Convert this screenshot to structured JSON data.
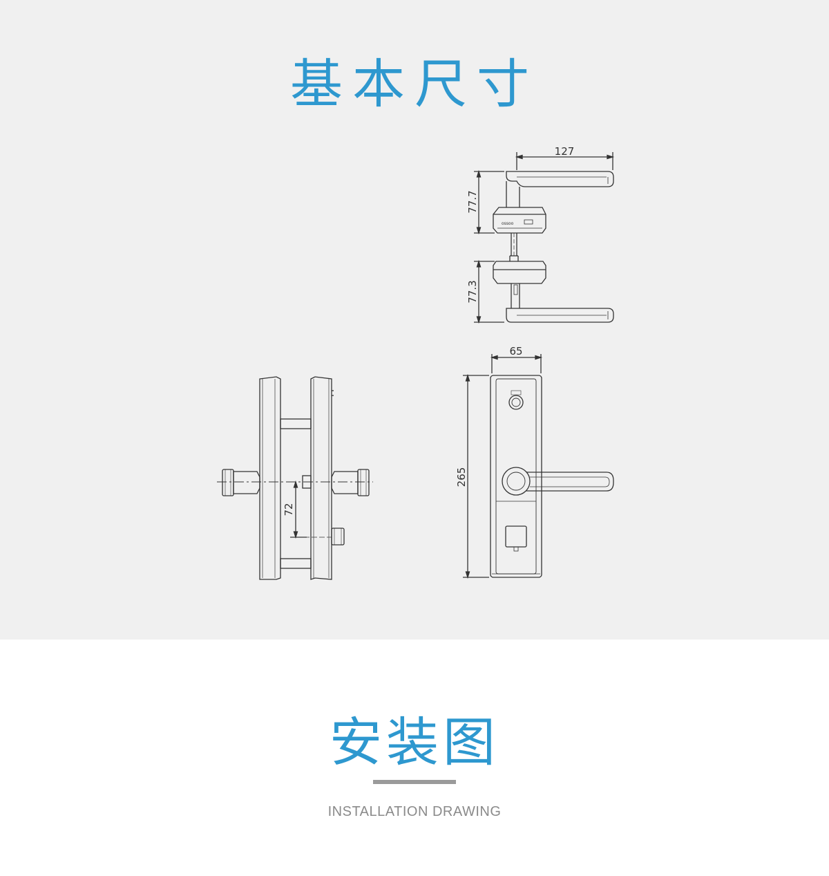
{
  "section_dimensions": {
    "title": "基本尺寸",
    "dimensions": {
      "handle_length": "127",
      "outer_height": "77.7",
      "inner_height": "77.3",
      "plate_width": "65",
      "plate_height": "265",
      "spindle_offset": "72"
    },
    "brand_mark": "ossoo"
  },
  "section_installation": {
    "title": "安装图",
    "subtitle": "INSTALLATION DRAWING"
  },
  "colors": {
    "accent": "#2e98cf",
    "panel_bg": "#f0f0f0",
    "line": "#333333",
    "divider": "#9a9a9a"
  }
}
